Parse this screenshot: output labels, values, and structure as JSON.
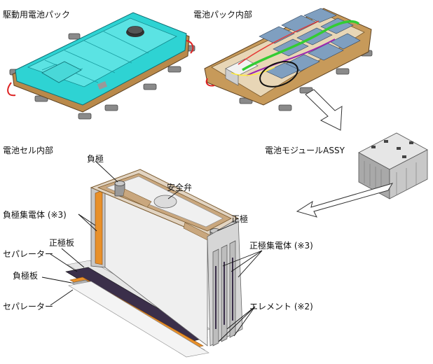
{
  "titles": {
    "drive_pack": "駆動用電池パック",
    "pack_inside": "電池パック内部",
    "cell_inside": "電池セル内部",
    "module_assy": "電池モジュールASSY"
  },
  "labels": {
    "negative_terminal": "負極",
    "safety_valve": "安全弁",
    "positive_terminal": "正極",
    "negative_collector": "負極集電体 (※3)",
    "positive_collector": "正極集電体 (※3)",
    "positive_plate": "正極板",
    "separator_1": "セパレーター",
    "negative_plate": "負極板",
    "separator_2": "セパレーター",
    "element": "エレメント (※2)"
  },
  "colors": {
    "pack_cyan": "#2ed3d3",
    "pack_frame": "#b9894a",
    "module_blue": "#7f9fc0",
    "harness_green": "#33cc33",
    "case_grey": "#e6e6e6",
    "negative_copper": "#e8902a",
    "separator_purple": "#5a4c7a",
    "lid_brown": "#a0703e"
  }
}
